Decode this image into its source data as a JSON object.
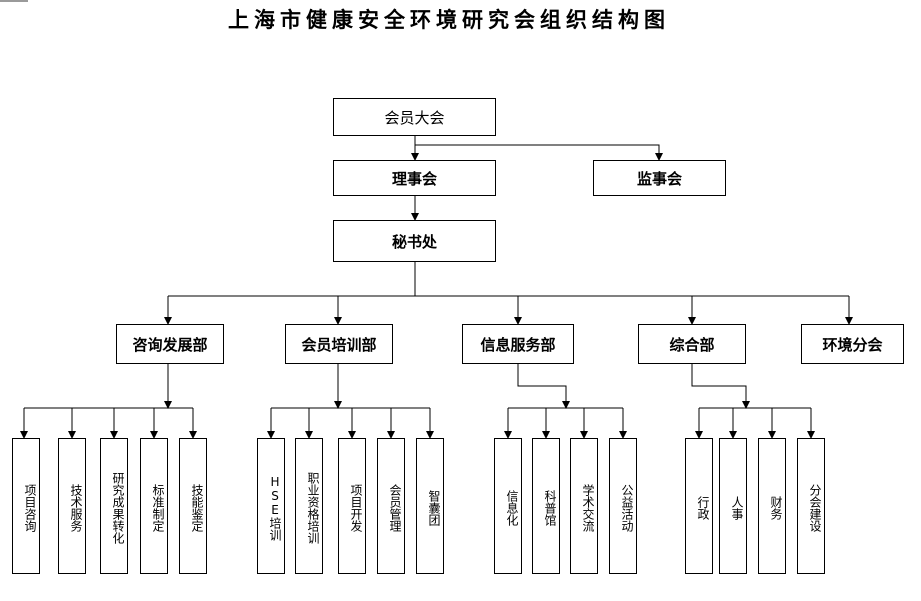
{
  "title": "上海市健康安全环境研究会组织结构图",
  "colors": {
    "line": "#000000",
    "box_border": "#000000"
  },
  "nodes": {
    "assembly": "会员大会",
    "council": "理事会",
    "supervisory": "监事会",
    "secretariat": "秘书处"
  },
  "departments": [
    {
      "label": "咨询发展部",
      "children": [
        "项目咨询",
        "技术服务",
        "研究成果转化",
        "标准制定",
        "技能鉴定"
      ]
    },
    {
      "label": "会员培训部",
      "children": [
        "HSE培训",
        "职业资格培训",
        "项目开发",
        "会员管理",
        "智囊团"
      ]
    },
    {
      "label": "信息服务部",
      "children": [
        "信息化",
        "科普馆",
        "学术交流",
        "公益活动"
      ]
    },
    {
      "label": "综合部",
      "children": [
        "行政",
        "人事",
        "财务",
        "分会建设"
      ]
    },
    {
      "label": "环境分会",
      "children": []
    }
  ]
}
